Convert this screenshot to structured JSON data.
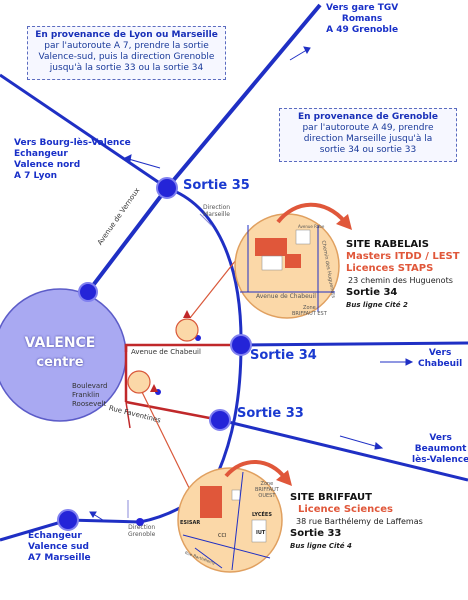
{
  "notes": {
    "lyon": {
      "title": "En provenance de Lyon ou Marseille",
      "lines": [
        "par l'autoroute A 7, prendre la sortie",
        "Valence-sud, puis la direction Grenoble",
        "jusqu'à la sortie 33 ou la sortie 34"
      ]
    },
    "grenoble": {
      "title": "En provenance de Grenoble",
      "lines": [
        "par l'autoroute A 49, prendre",
        "direction Marseille jusqu'à la",
        "sortie 34 ou sortie 33"
      ]
    }
  },
  "directions": {
    "tgv": [
      "Vers gare TGV",
      "Romans",
      "A 49 Grenoble"
    ],
    "bourg": [
      "Vers Bourg-lès-Valence",
      "Echangeur",
      "Valence nord",
      "A 7 Lyon"
    ],
    "chabeuil": [
      "Vers",
      "Chabeuil"
    ],
    "beaumont": [
      "Vers",
      "Beaumont",
      "lès-Valence"
    ],
    "sud": [
      "Échangeur",
      "Valence sud",
      "A7 Marseille"
    ]
  },
  "exits": {
    "s35": "Sortie 35",
    "s34": "Sortie 34",
    "s33": "Sortie 33"
  },
  "roads": {
    "vernoux": "Avenue de Vernoux",
    "chabeuil": "Avenue de Chabeuil",
    "boulevard": [
      "Boulevard",
      "Franklin",
      "Roosevelt"
    ],
    "faventines": "Rue Faventines",
    "dir_marseille": [
      "Direction",
      "Marseille"
    ],
    "dir_grenoble": [
      "Direction",
      "Grenoble"
    ]
  },
  "center": {
    "name": "VALENCE",
    "sub": "centre"
  },
  "rabelais": {
    "title": "SITE RABELAIS",
    "line1": "Masters ITDD / LEST",
    "line2": "Licences STAPS",
    "address": "23 chemin des Huguenots",
    "exit": "Sortie 34",
    "bus": "Bus ligne Cité 2",
    "inset": {
      "street": "Avenue de Chabeuil",
      "zone": [
        "Zone",
        "BRIFFAUT EST"
      ],
      "chemin": "Chemin des Huguenots",
      "rue": "Avenue Rabe"
    }
  },
  "briffaut": {
    "title": "SITE BRIFFAUT",
    "line1": "Licence Sciences",
    "address": "38 rue Barthélemy de Laffemas",
    "exit": "Sortie 33",
    "bus": "Bus ligne Cité 4",
    "inset": {
      "zone": [
        "Zone",
        "BRIFFAUT",
        "OUEST"
      ],
      "esisar": "ESISAR",
      "lycees": "LYCÉES",
      "iut": "IUT",
      "cci": "CCI",
      "rue": "Rue Barthélemy"
    }
  },
  "colors": {
    "road": "#1f2fc4",
    "accent": "#d9583a",
    "site_fill": "#fbd8a8",
    "center_fill": "#a9a9f2"
  }
}
